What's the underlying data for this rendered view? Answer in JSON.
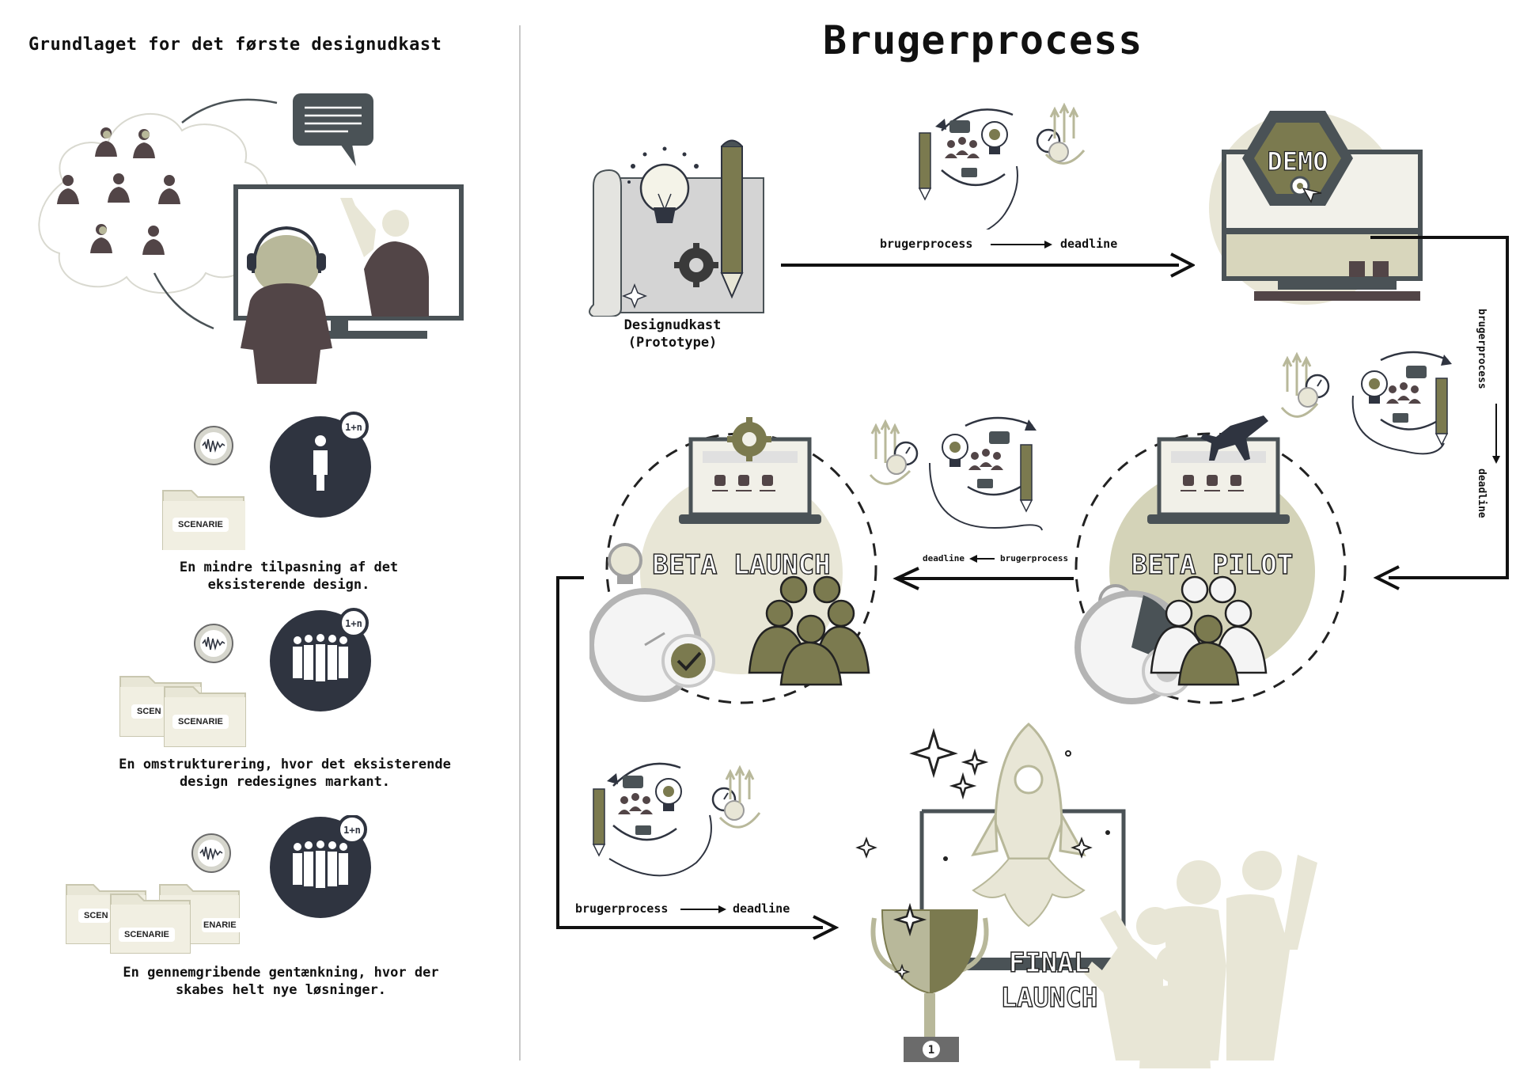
{
  "left_panel": {
    "title": "Grundlaget for det første designudkast",
    "scenarios": [
      {
        "badge": "1+n",
        "folder_label": "SCENARIE",
        "folder_label_partial": "",
        "caption_line1": "En mindre tilpasning af det",
        "caption_line2": "eksisterende design."
      },
      {
        "badge": "1+n",
        "folder_label": "SCENARIE",
        "folder_label_partial": "SCEN",
        "caption_line1": "En omstrukturering, hvor det eksisterende",
        "caption_line2": "design redesignes markant."
      },
      {
        "badge": "1+n",
        "folder_label": "SCENARIE",
        "folder_label_partial": "SCEN",
        "folder_label_partial_right": "ENARIE",
        "caption_line1": "En gennemgribende gentænkning, hvor der",
        "caption_line2": "skabes helt nye løsninger."
      }
    ]
  },
  "main": {
    "title": "Brugerprocess",
    "design_caption_line1": "Designudkast",
    "design_caption_line2": "(Prototype)",
    "demo_label": "DEMO",
    "beta_launch_label": "BETA LAUNCH",
    "beta_pilot_label": "BETA PILOT",
    "final_launch_line1": "FINAL",
    "final_launch_line2": "LAUNCH",
    "trophy_rank": "1",
    "flow_labels": {
      "top_from": "brugerprocess",
      "top_to": "deadline",
      "right_from": "brugerprocess",
      "right_to": "deadline",
      "middle_from": "brugerprocess",
      "middle_to": "deadline",
      "bottom_from": "brugerprocess",
      "bottom_to": "deadline"
    }
  },
  "colors": {
    "olive": "#7b7a4f",
    "sage": "#b8b89a",
    "cream": "#e8e6d6",
    "dark_navy": "#2f3440",
    "dark_brown": "#524547",
    "slate": "#4a5256"
  }
}
